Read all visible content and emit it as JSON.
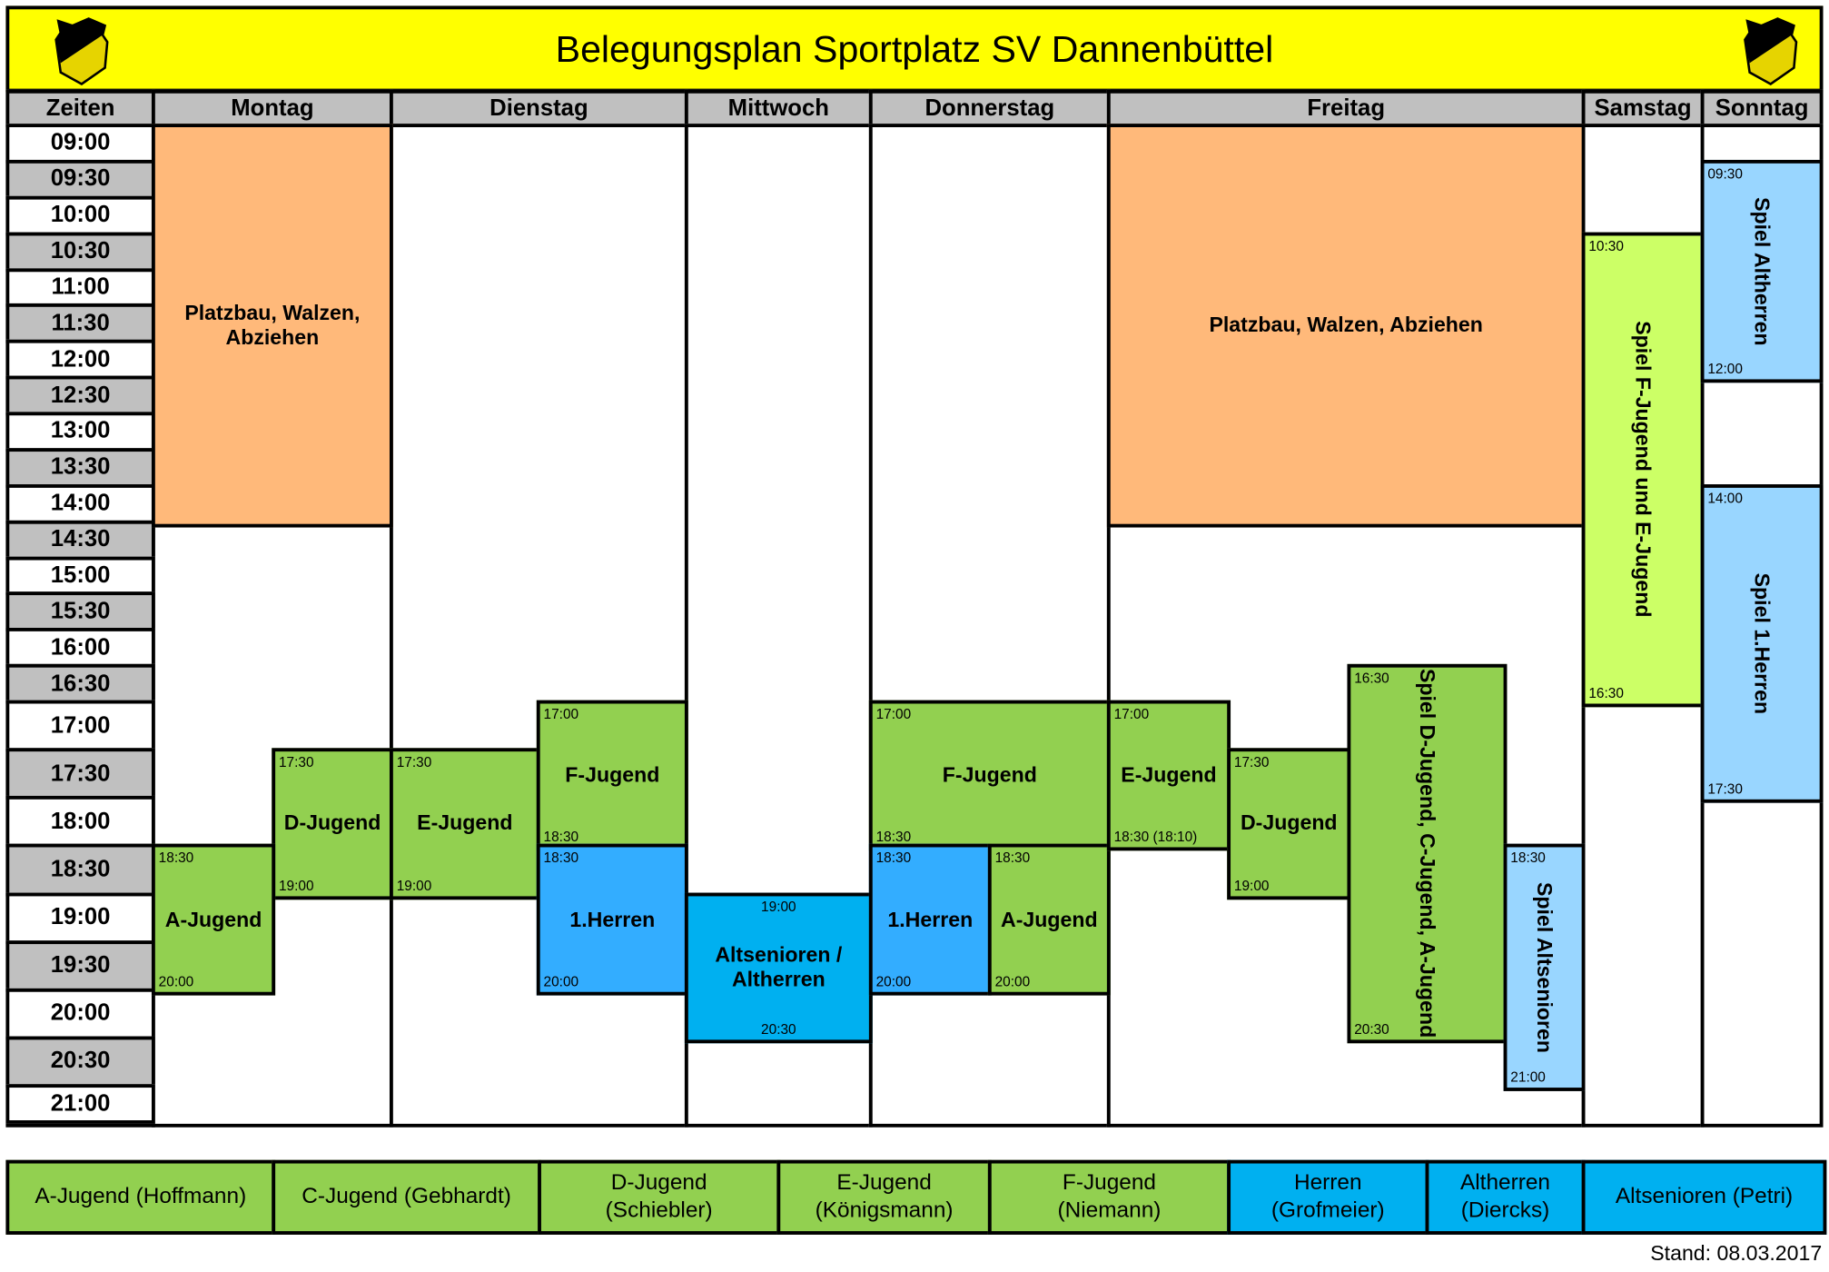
{
  "title": "Belegungsplan Sportplatz SV Dannenbüttel",
  "headers": [
    "Zeiten",
    "Montag",
    "Dienstag",
    "Mittwoch",
    "Donnerstag",
    "Freitag",
    "Samstag",
    "Sonntag"
  ],
  "times": [
    "09:00",
    "09:30",
    "10:00",
    "10:30",
    "11:00",
    "11:30",
    "12:00",
    "12:30",
    "13:00",
    "13:30",
    "14:00",
    "14:30",
    "15:00",
    "15:30",
    "16:00",
    "16:30",
    "17:00",
    "17:30",
    "18:00",
    "18:30",
    "19:00",
    "19:30",
    "20:00",
    "20:30",
    "21:00"
  ],
  "colors": {
    "orange": "#ffb97a",
    "green": "#92d050",
    "blue": "#33adff",
    "cyan": "#00b0f0",
    "lightblue": "#99d6ff",
    "lime": "#ccff66",
    "gray": "#c0c0c0",
    "yellow": "#ffff00"
  },
  "blocks": [
    {
      "day": "Montag",
      "label": "Platzbau, Walzen, Abziehen",
      "from": "09:00",
      "to": "14:30",
      "start_label": "",
      "end_label": "",
      "color": "orange"
    },
    {
      "day": "Montag",
      "label": "D-Jugend",
      "from": "17:30",
      "to": "19:00",
      "start_label": "17:30",
      "end_label": "19:00",
      "color": "green"
    },
    {
      "day": "Montag",
      "label": "A-Jugend",
      "from": "18:30",
      "to": "20:00",
      "start_label": "18:30",
      "end_label": "20:00",
      "color": "green"
    },
    {
      "day": "Dienstag",
      "label": "E-Jugend",
      "from": "17:30",
      "to": "19:00",
      "start_label": "17:30",
      "end_label": "19:00",
      "color": "green"
    },
    {
      "day": "Dienstag",
      "label": "F-Jugend",
      "from": "17:00",
      "to": "18:30",
      "start_label": "17:00",
      "end_label": "18:30",
      "color": "green"
    },
    {
      "day": "Dienstag",
      "label": "1.Herren",
      "from": "18:30",
      "to": "20:00",
      "start_label": "18:30",
      "end_label": "20:00",
      "color": "blue"
    },
    {
      "day": "Mittwoch",
      "label": "Altsenioren / Altherren",
      "from": "19:00",
      "to": "20:30",
      "start_label": "19:00",
      "end_label": "20:30",
      "color": "cyan"
    },
    {
      "day": "Donnerstag",
      "label": "F-Jugend",
      "from": "17:00",
      "to": "18:30",
      "start_label": "17:00",
      "end_label": "18:30",
      "color": "green"
    },
    {
      "day": "Donnerstag",
      "label": "1.Herren",
      "from": "18:30",
      "to": "20:00",
      "start_label": "18:30",
      "end_label": "20:00",
      "color": "blue"
    },
    {
      "day": "Donnerstag",
      "label": "A-Jugend",
      "from": "18:30",
      "to": "20:00",
      "start_label": "18:30",
      "end_label": "20:00",
      "color": "green"
    },
    {
      "day": "Freitag",
      "label": "Platzbau, Walzen, Abziehen",
      "from": "09:00",
      "to": "14:30",
      "start_label": "",
      "end_label": "",
      "color": "orange"
    },
    {
      "day": "Freitag",
      "label": "E-Jugend",
      "from": "17:00",
      "to": "18:30",
      "start_label": "17:00",
      "end_label": "18:30 (18:10)",
      "color": "green"
    },
    {
      "day": "Freitag",
      "label": "D-Jugend",
      "from": "17:30",
      "to": "19:00",
      "start_label": "17:30",
      "end_label": "19:00",
      "color": "green"
    },
    {
      "day": "Freitag",
      "label": "Spiel D-Jugend, C-Jugend, A-Jugend",
      "from": "16:30",
      "to": "20:30",
      "start_label": "16:30",
      "end_label": "20:30",
      "color": "green",
      "vertical": true
    },
    {
      "day": "Freitag",
      "label": "Spiel Altsenioren",
      "from": "18:30",
      "to": "21:00",
      "start_label": "18:30",
      "end_label": "21:00",
      "color": "lightblue",
      "vertical": true
    },
    {
      "day": "Samstag",
      "label": "Spiel F-Jugend und E-Jugend",
      "from": "10:30",
      "to": "17:00",
      "start_label": "10:30",
      "end_label": "16:30",
      "color": "lime",
      "vertical": true
    },
    {
      "day": "Sonntag",
      "label": "Spiel Altherren",
      "from": "09:30",
      "to": "12:30",
      "start_label": "09:30",
      "end_label": "12:00",
      "color": "lightblue",
      "vertical": true
    },
    {
      "day": "Sonntag",
      "label": "Spiel 1.Herren",
      "from": "14:00",
      "to": "18:00",
      "start_label": "14:00",
      "end_label": "17:30",
      "color": "lightblue",
      "vertical": true
    }
  ],
  "legend": [
    {
      "label": "A-Jugend (Hoffmann)",
      "color": "green"
    },
    {
      "label": "C-Jugend (Gebhardt)",
      "color": "green"
    },
    {
      "label": "D-Jugend (Schiebler)",
      "color": "green"
    },
    {
      "label": "E-Jugend (Königsmann)",
      "color": "green"
    },
    {
      "label": "F-Jugend (Niemann)",
      "color": "green"
    },
    {
      "label": "Herren (Grofmeier)",
      "color": "cyan"
    },
    {
      "label": "Altherren (Diercks)",
      "color": "cyan"
    },
    {
      "label": "Altsenioren (Petri)",
      "color": "cyan"
    }
  ],
  "stand": "Stand: 08.03.2017"
}
